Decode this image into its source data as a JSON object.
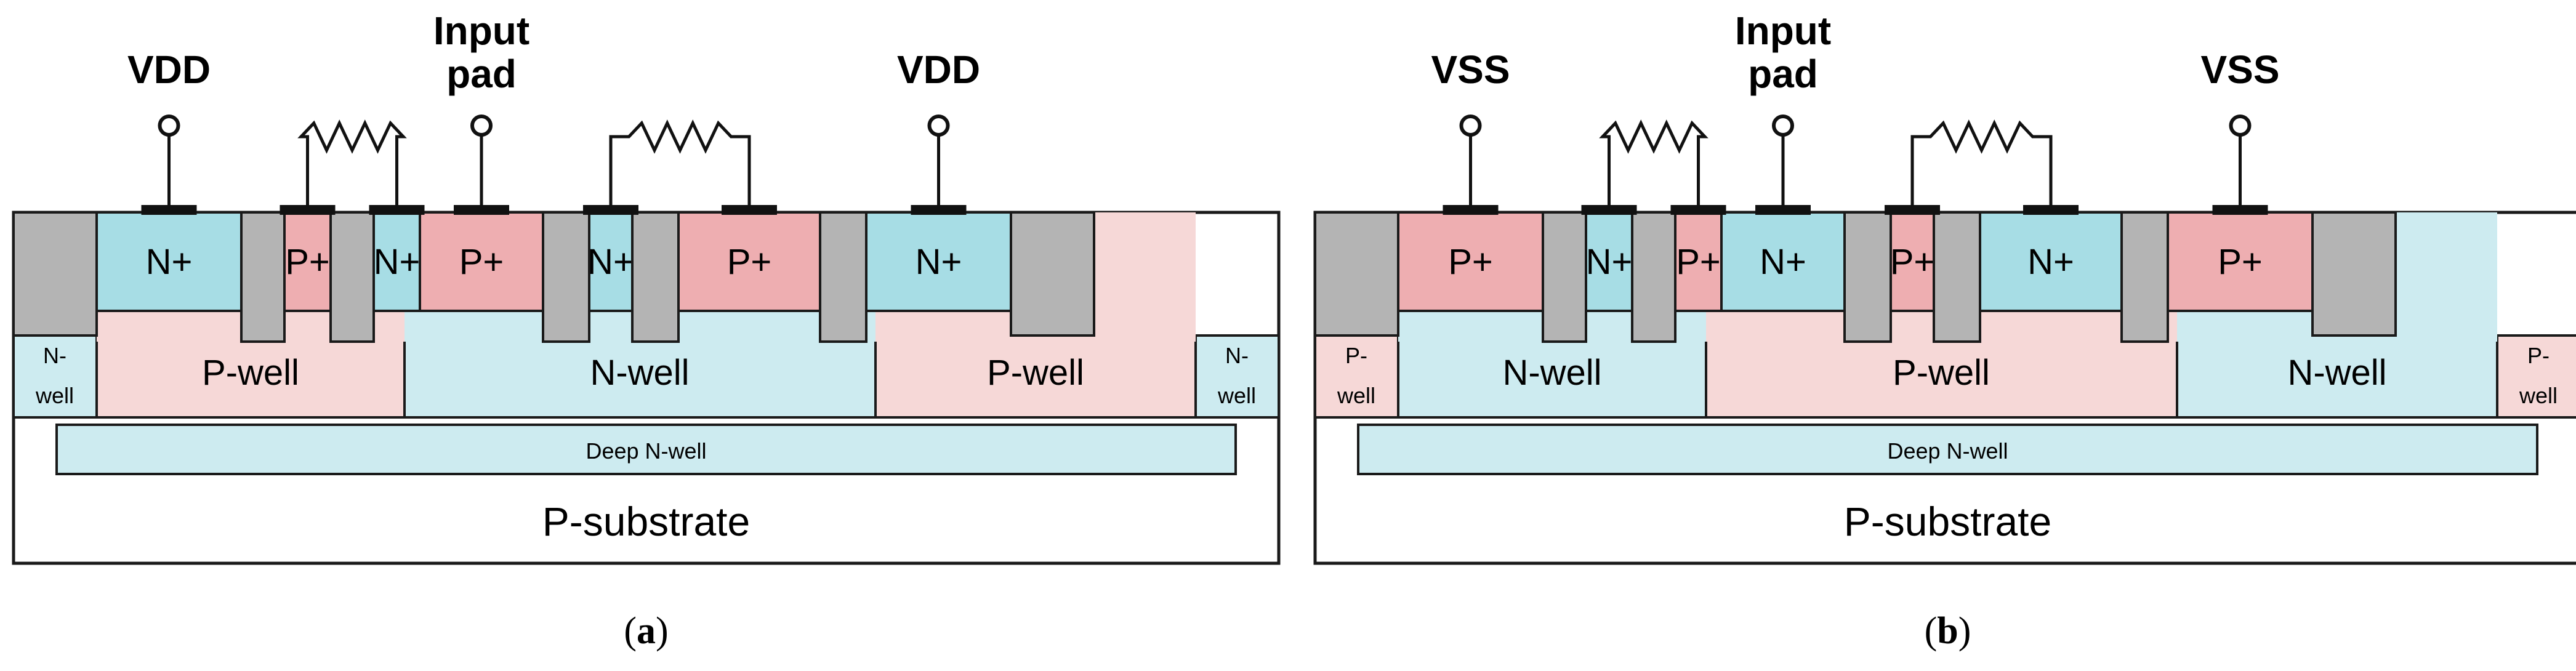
{
  "colors": {
    "n_plus": "#a7dde5",
    "p_plus": "#eeaeb1",
    "n_well": "#cdebf0",
    "p_well": "#f6d8d7",
    "deep_n_well": "#cdebf0",
    "substrate": "#ffffff",
    "sti": "#b4b4b4",
    "outline": "#1a1a1a"
  },
  "panels": [
    {
      "caption_open": "(",
      "caption_letter": "a",
      "caption_close": ")",
      "terminals": {
        "left": "VDD",
        "center_line1": "Input",
        "center_line2": "pad",
        "right": "VDD"
      },
      "diffusions": [
        "N+",
        "P+",
        "N+",
        "P+",
        "N+",
        "P+",
        "N+"
      ],
      "wells": {
        "edge_left_line1": "N-",
        "edge_left_line2": "well",
        "left": "P-well",
        "center": "N-well",
        "right": "P-well",
        "edge_right_line1": "N-",
        "edge_right_line2": "well"
      },
      "deep_well": "Deep N-well",
      "substrate": "P-substrate"
    },
    {
      "caption_open": "(",
      "caption_letter": "b",
      "caption_close": ")",
      "terminals": {
        "left": "VSS",
        "center_line1": "Input",
        "center_line2": "pad",
        "right": "VSS"
      },
      "diffusions": [
        "P+",
        "N+",
        "P+",
        "N+",
        "P+",
        "N+",
        "P+"
      ],
      "wells": {
        "edge_left_line1": "P-",
        "edge_left_line2": "well",
        "left": "N-well",
        "center": "P-well",
        "right": "N-well",
        "edge_right_line1": "P-",
        "edge_right_line2": "well"
      },
      "deep_well": "Deep N-well",
      "substrate": "P-substrate"
    }
  ]
}
